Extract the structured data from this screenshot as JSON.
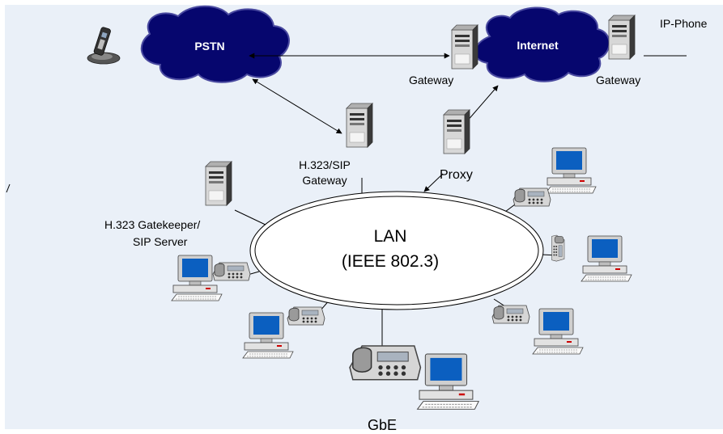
{
  "diagram": {
    "clouds": {
      "pstn": "PSTN",
      "internet": "Internet"
    },
    "lan": {
      "line1": "LAN",
      "line2": "(IEEE 802.3)"
    },
    "labels": {
      "ip_phone": "IP-Phone",
      "gateway_left": "Gateway",
      "gateway_right": "Gateway",
      "sip_gateway_line1": "H.323/SIP",
      "sip_gateway_line2": "Gateway",
      "proxy": "Proxy",
      "gatekeeper_line1": "H.323 Gatekeeper/",
      "gatekeeper_line2": "SIP Server",
      "gbe": "GbE"
    },
    "colors": {
      "background": "#eaf0f8",
      "cloud": "#06066e",
      "monitor_screen": "#0b5fc0",
      "server": "#d8d8d8",
      "line": "#000000"
    },
    "icons": [
      "cordless-phone-icon",
      "server-icon",
      "desktop-pc-icon",
      "desk-phone-icon"
    ]
  }
}
